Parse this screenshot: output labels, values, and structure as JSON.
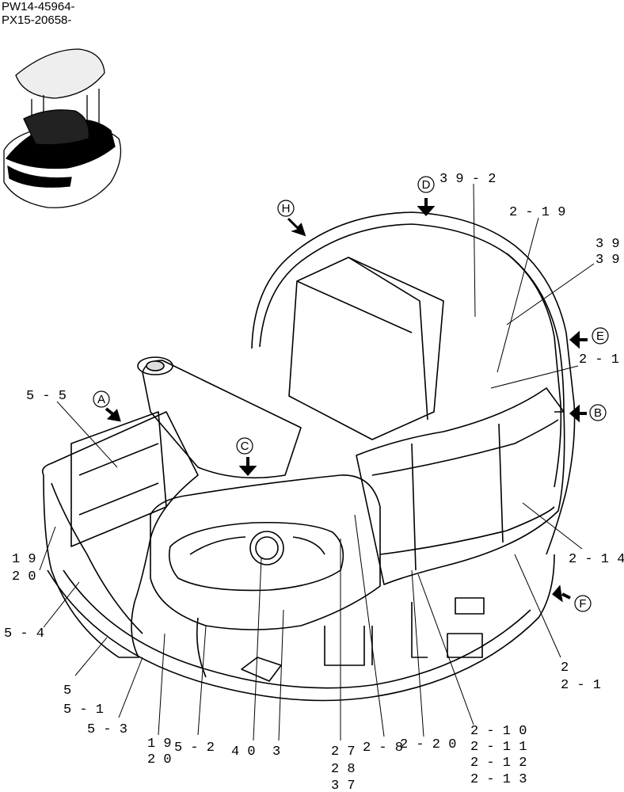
{
  "header": {
    "serial_line_1": "PW14-45964-",
    "serial_line_2": "PX15-20658-"
  },
  "view_markers": {
    "A": "A",
    "B": "B",
    "C": "C",
    "D": "D",
    "E": "E",
    "F": "F",
    "H": "H"
  },
  "callouts": {
    "c_39_2": "3 9 - 2",
    "c_2_19": "2 - 1 9",
    "c_39a": "3 9",
    "c_39b": "3 9",
    "c_2_1_right": "2 - 1",
    "c_5_5": "5 - 5",
    "c_2_14": "2 - 1 4",
    "c_19_left": "1 9",
    "c_20_left": "2 0",
    "c_5_4": "5 - 4",
    "c_5": "5",
    "c_5_1": "5 - 1",
    "c_5_3": "5 - 3",
    "c_19_bottom": "1 9",
    "c_20_bottom": "2 0",
    "c_5_2": "5 - 2",
    "c_40": "4 0",
    "c_3": "3",
    "c_27": "2 7",
    "c_28": "2 8",
    "c_37": "3 7",
    "c_2_8": "2 - 8",
    "c_2_20": "2 - 2 0",
    "c_2_10": "2 - 1 0",
    "c_2_11": "2 - 1 1",
    "c_2_12": "2 - 1 2",
    "c_2_13": "2 - 1 3",
    "c_2": "2",
    "c_2_1_lower": "2 - 1"
  }
}
